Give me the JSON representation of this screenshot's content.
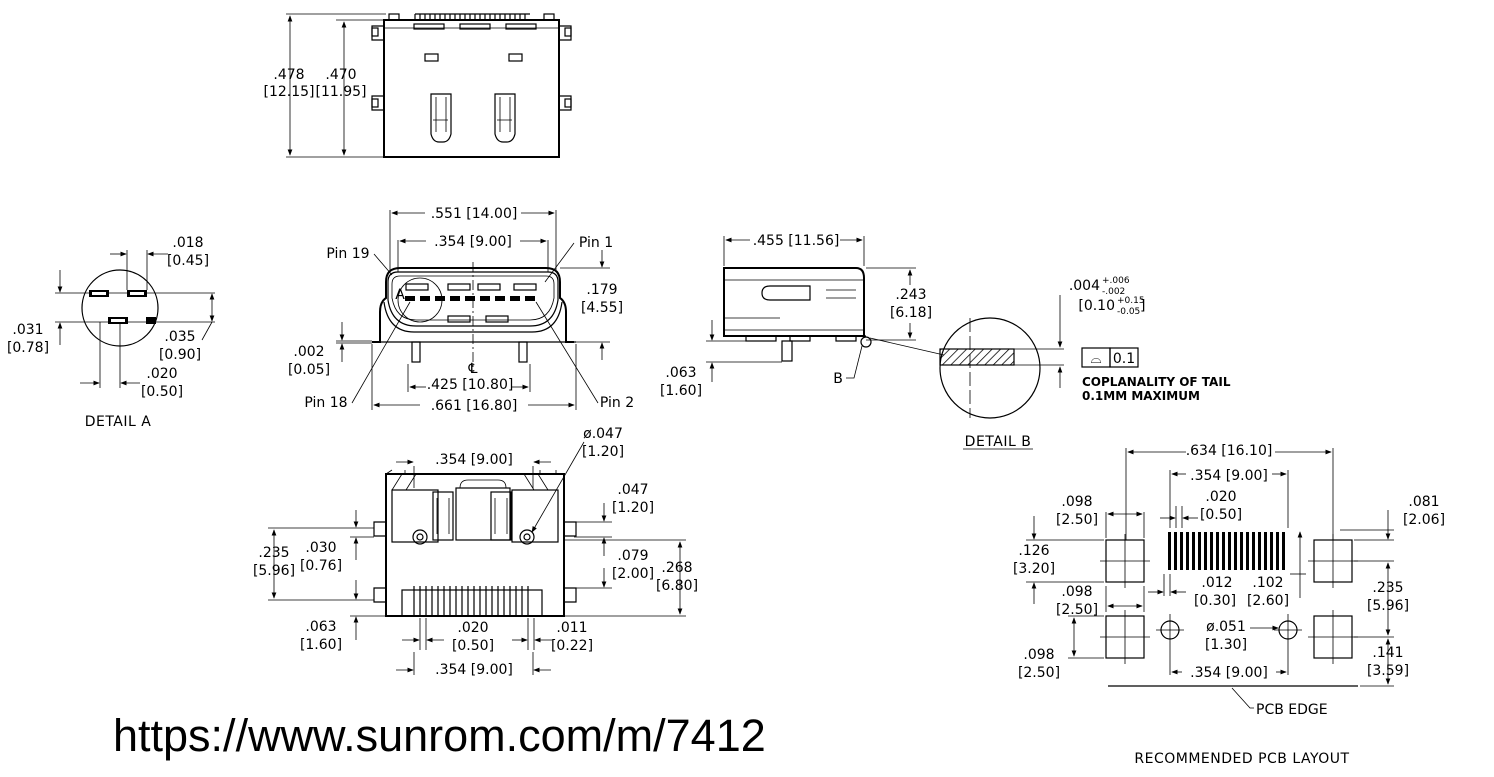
{
  "top_view": {
    "d1": ".478",
    "d1_mm": "[12.15]",
    "d2": ".470",
    "d2_mm": "[11.95]"
  },
  "front_view": {
    "w_outer": ".551 [14.00]",
    "w_inner": ".354 [9.00]",
    "pin19": "Pin 19",
    "pin1": "Pin 1",
    "pin18": "Pin 18",
    "pin2": "Pin 2",
    "detail_a_marker": "A",
    "h": ".179",
    "h_mm": "[4.55]",
    "gap": ".002",
    "gap_mm": "[0.05]",
    "centerline": "℄",
    "pitch": ".425 [10.80]",
    "overall": ".661 [16.80]"
  },
  "detail_a": {
    "d1": ".018",
    "d1_mm": "[0.45]",
    "d2": ".031",
    "d2_mm": "[0.78]",
    "d3": ".035",
    "d3_mm": "[0.90]",
    "d4": ".020",
    "d4_mm": "[0.50]",
    "label": "DETAIL  A"
  },
  "side_view": {
    "length": ".455 [11.56]",
    "h": ".243",
    "h_mm": "[6.18]",
    "tail": ".063",
    "tail_mm": "[1.60]",
    "b_marker": "B"
  },
  "detail_b": {
    "tol_val": ".004",
    "tol_plus": "+.006",
    "tol_minus": "-.002",
    "tol_mm": "[0.10",
    "tol_mm_plus": "+0.15",
    "tol_mm_minus": "-0.05",
    "tol_mm_close": "]",
    "fcf_symbol": "⌓",
    "fcf_value": "0.1",
    "note1": "COPLANALITY OF TAIL",
    "note2": "0.1MM MAXIMUM",
    "label": "DETAIL  B"
  },
  "bottom_view": {
    "top_w": ".354 [9.00]",
    "hole": "ø.047",
    "hole_mm": "[1.20]",
    "d047": ".047",
    "d047_mm": "[1.20]",
    "d235": ".235",
    "d235_mm": "[5.96]",
    "d030": ".030",
    "d030_mm": "[0.76]",
    "d079": ".079",
    "d079_mm": "[2.00]",
    "d268": ".268",
    "d268_mm": "[6.80]",
    "d063": ".063",
    "d063_mm": "[1.60]",
    "d020": ".020",
    "d020_mm": "[0.50]",
    "d011": ".011",
    "d011_mm": "[0.22]",
    "bot_w": ".354 [9.00]"
  },
  "pcb": {
    "overall": ".634 [16.10]",
    "inner": ".354 [9.00]",
    "d020": ".020",
    "d020_mm": "[0.50]",
    "d098a": ".098",
    "d098a_mm": "[2.50]",
    "d126": ".126",
    "d126_mm": "[3.20]",
    "d098b": ".098",
    "d098b_mm": "[2.50]",
    "d098c": ".098",
    "d098c_mm": "[2.50]",
    "d012": ".012",
    "d012_mm": "[0.30]",
    "d102": ".102",
    "d102_mm": "[2.60]",
    "hole": "ø.051",
    "hole_mm": "[1.30]",
    "d081": ".081",
    "d081_mm": "[2.06]",
    "d235": ".235",
    "d235_mm": "[5.96]",
    "d141": ".141",
    "d141_mm": "[3.59]",
    "bottom_w": ".354 [9.00]",
    "pcb_edge": "PCB  EDGE",
    "title": "RECOMMENDED  PCB  LAYOUT"
  },
  "url": "https://www.sunrom.com/m/7412"
}
